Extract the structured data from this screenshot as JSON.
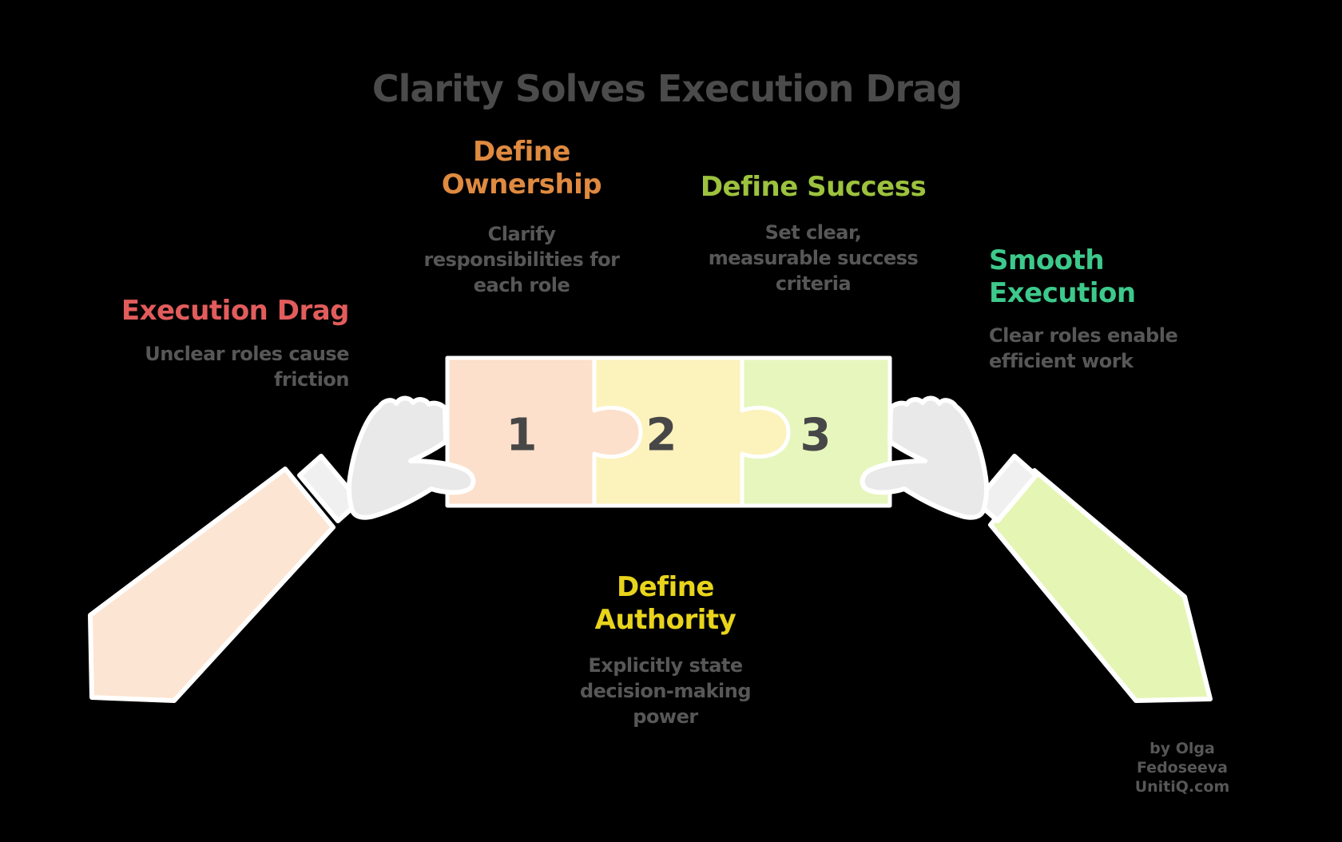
{
  "title": "Clarity Solves Execution Drag",
  "colors": {
    "background": "#000000",
    "title": "#4B4B4B",
    "subtitle": "#575757",
    "number": "#474747",
    "outline": "#FFFFFF",
    "hand": "#E9E9E9",
    "cuff": "#F0F0F0",
    "left_sleeve": "#FDE5D3",
    "right_sleeve": "#E5F5B4"
  },
  "sections": {
    "execution_drag": {
      "title": "Execution Drag",
      "subtitle": "Unclear roles cause\nfriction",
      "color": "#E25C5C"
    },
    "define_ownership": {
      "title": "Define\nOwnership",
      "subtitle": "Clarify\nresponsibilities for\neach role",
      "color": "#DF8A40"
    },
    "define_success": {
      "title": "Define Success",
      "subtitle": "Set clear,\nmeasurable success\ncriteria",
      "color": "#9CC23E"
    },
    "smooth_execution": {
      "title": "Smooth\nExecution",
      "subtitle": "Clear roles enable\nefficient work",
      "color": "#3DC98B"
    },
    "define_authority": {
      "title": "Define\nAuthority",
      "subtitle": "Explicitly state\ndecision-making\npower",
      "color": "#E8D41B"
    }
  },
  "puzzle": {
    "pieces": [
      {
        "number": "1",
        "color": "#FCE0CB"
      },
      {
        "number": "2",
        "color": "#FCF2BC"
      },
      {
        "number": "3",
        "color": "#E6F6BD"
      }
    ]
  },
  "attribution": {
    "text": "by Olga Fedoseeva\nUnitiQ.com"
  }
}
